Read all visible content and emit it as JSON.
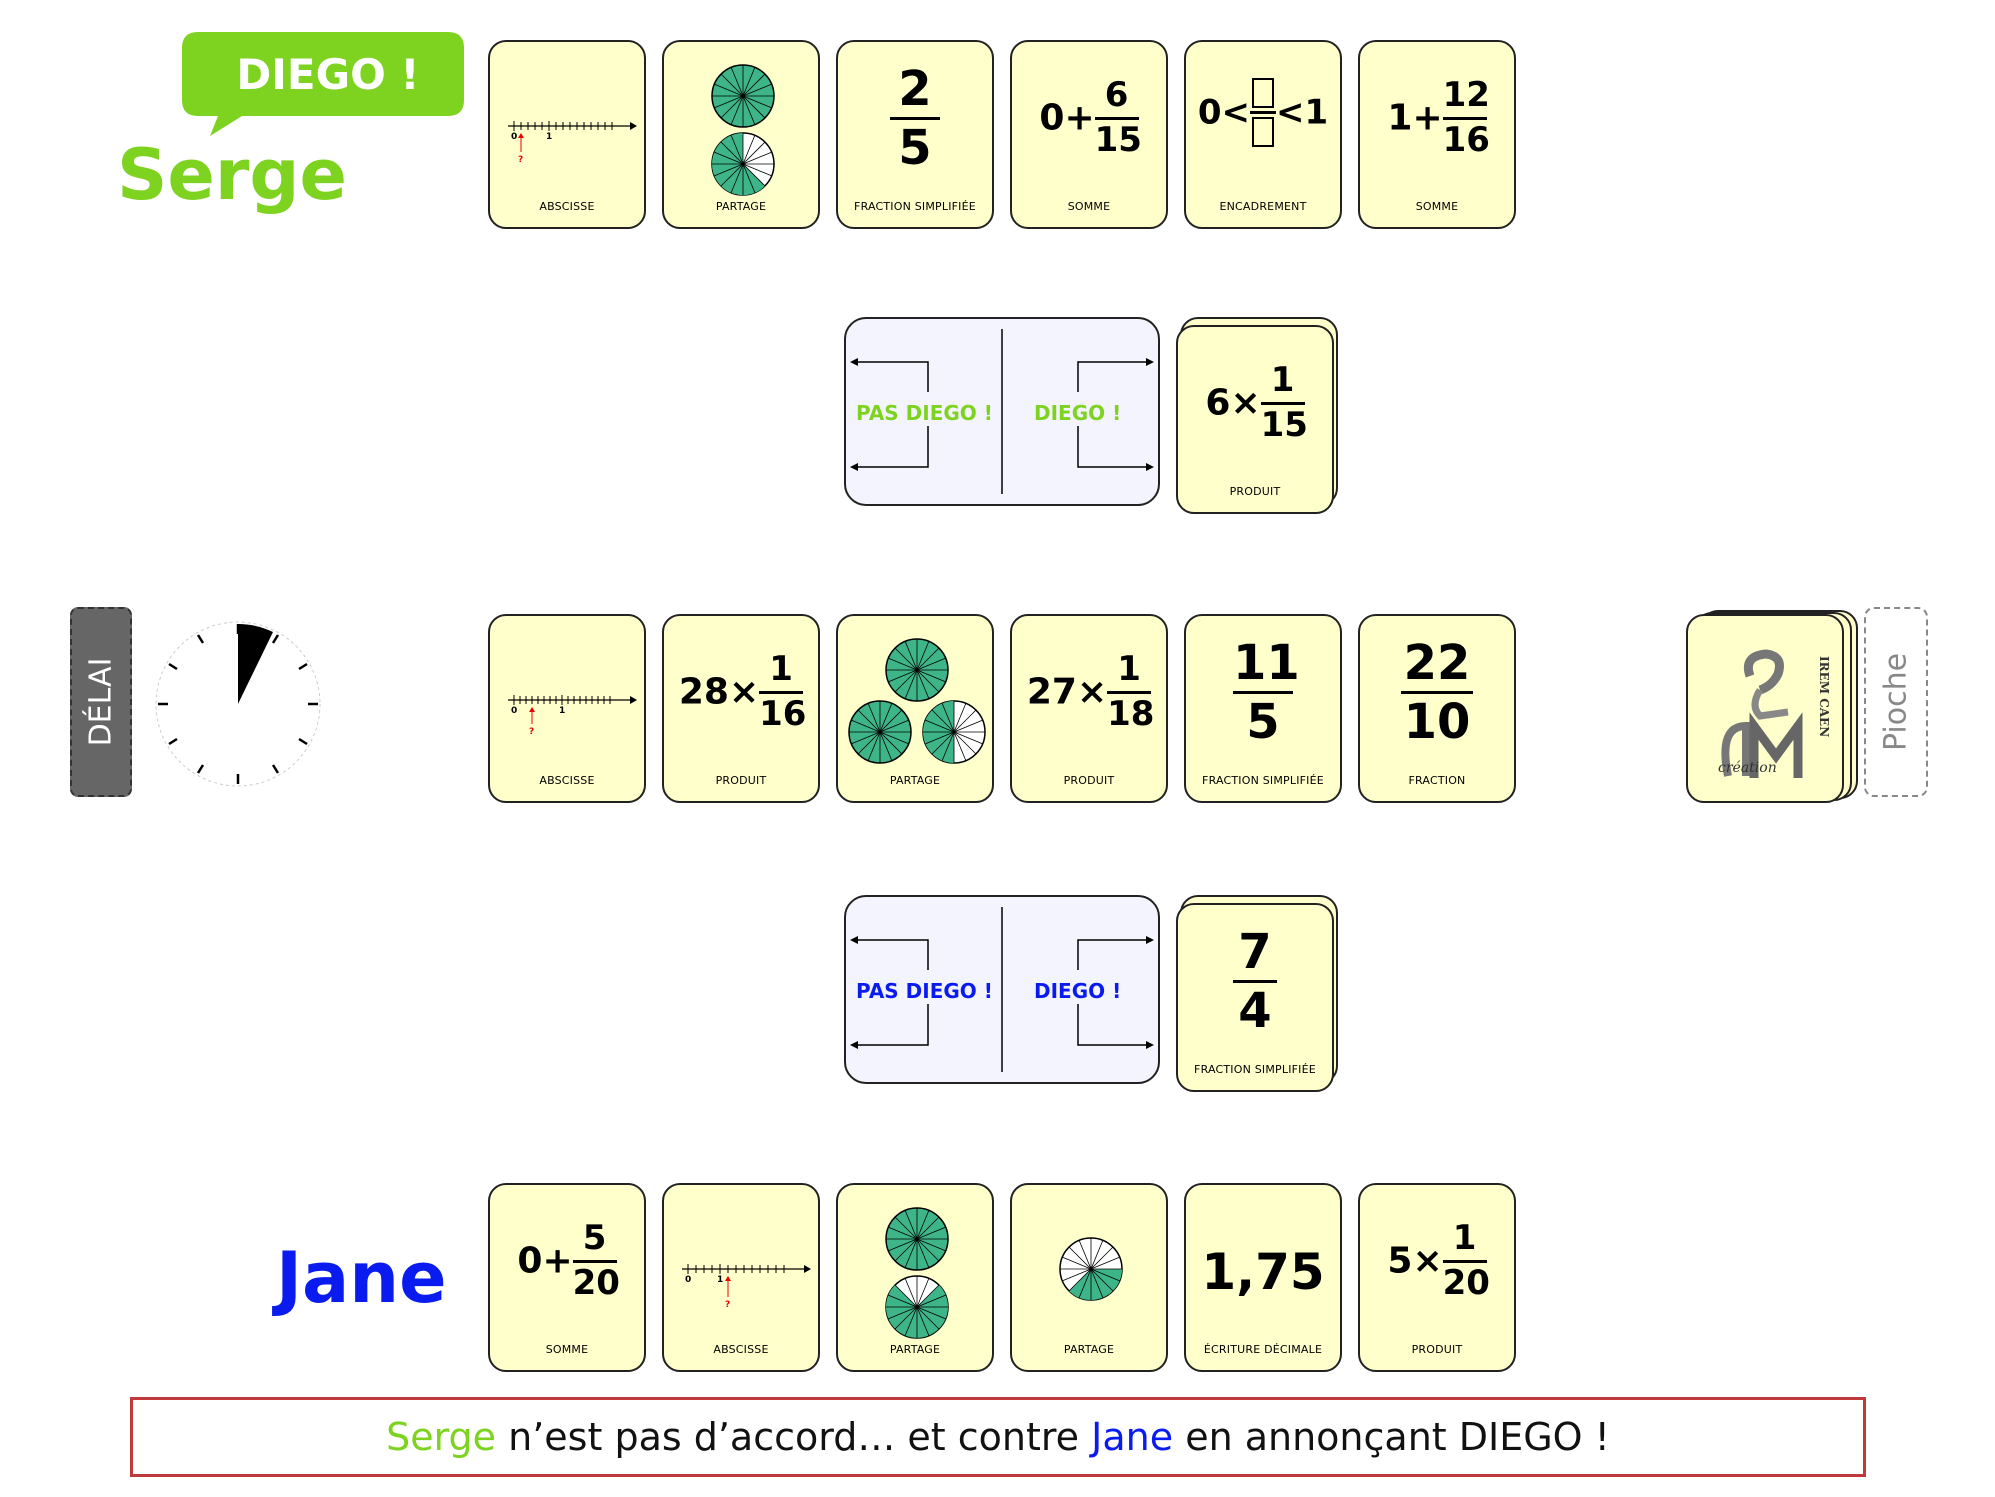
{
  "players": {
    "top": {
      "name": "Serge",
      "color": "#7ed321"
    },
    "bottom": {
      "name": "Jane",
      "color": "#0a1bf0"
    }
  },
  "bubble": {
    "text": "DIEGO !",
    "color": "#7ed321"
  },
  "top_hand": [
    {
      "kind": "abscisse",
      "label": "ABSCISSE",
      "axis": {
        "zero": "0",
        "one": "1",
        "q": "?"
      }
    },
    {
      "kind": "partage",
      "label": "PARTAGE"
    },
    {
      "kind": "fraction",
      "num": "2",
      "den": "5",
      "label": "FRACTION SIMPLIFIÉE"
    },
    {
      "kind": "expr",
      "lead": "0",
      "op": "+",
      "num": "6",
      "den": "15",
      "label": "SOMME"
    },
    {
      "kind": "encadrement",
      "left": "0",
      "lt1": "<",
      "lt2": "<",
      "right": "1",
      "label": "ENCADREMENT"
    },
    {
      "kind": "expr",
      "lead": "1",
      "op": "+",
      "num": "12",
      "den": "16",
      "label": "SOMME"
    }
  ],
  "top_choice": {
    "left": "PAS DIEGO !",
    "right": "DIEGO !",
    "color": "#7ed321"
  },
  "top_played": {
    "lead": "6",
    "op": "×",
    "num": "1",
    "den": "15",
    "label": "PRODUIT"
  },
  "middle_row": [
    {
      "kind": "abscisse",
      "label": "ABSCISSE",
      "axis": {
        "zero": "0",
        "one": "1",
        "q": "?"
      }
    },
    {
      "kind": "expr",
      "lead": "28",
      "op": "×",
      "num": "1",
      "den": "16",
      "label": "PRODUIT"
    },
    {
      "kind": "partage",
      "label": "PARTAGE"
    },
    {
      "kind": "expr",
      "lead": "27",
      "op": "×",
      "num": "1",
      "den": "18",
      "label": "PRODUIT"
    },
    {
      "kind": "fraction",
      "num": "11",
      "den": "5",
      "label": "FRACTION SIMPLIFIÉE"
    },
    {
      "kind": "fraction",
      "num": "22",
      "den": "10",
      "label": "FRACTION"
    }
  ],
  "bottom_choice": {
    "left": "PAS DIEGO !",
    "right": "DIEGO !",
    "color": "#0a1bf0"
  },
  "bottom_played": {
    "num": "7",
    "den": "4",
    "label": "FRACTION SIMPLIFIÉE"
  },
  "bottom_hand": [
    {
      "kind": "expr",
      "lead": "0",
      "op": "+",
      "num": "5",
      "den": "20",
      "label": "SOMME"
    },
    {
      "kind": "abscisse",
      "label": "ABSCISSE",
      "axis": {
        "zero": "0",
        "one": "1",
        "q": "?"
      }
    },
    {
      "kind": "partage",
      "label": "PARTAGE"
    },
    {
      "kind": "partage",
      "label": "PARTAGE"
    },
    {
      "kind": "decimal",
      "value": "1,75",
      "label": "ÉCRITURE DÉCIMALE"
    },
    {
      "kind": "expr",
      "lead": "5",
      "op": "×",
      "num": "1",
      "den": "20",
      "label": "PRODUIT"
    }
  ],
  "delay": {
    "label": "DÉLAI",
    "elapsed_fraction": 0.1
  },
  "pioche": {
    "label": "Pioche",
    "logo_text_1": "IREM CAEN",
    "logo_text_2": "création"
  },
  "message": {
    "part1": "Serge",
    "part2": " n’est pas d’accord… et contre ",
    "part3": "Jane",
    "part4": " en annonçant DIEGO !"
  }
}
